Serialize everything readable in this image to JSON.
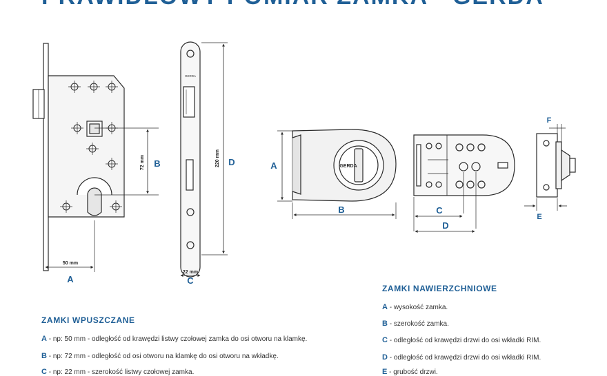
{
  "title": "PRAWIDŁOWY POMIAR ZAMKA - GERDA",
  "brand_mark": "GERDA",
  "colors": {
    "accent": "#1f5f96",
    "line": "#2b2b2b",
    "fill": "#f2f2f2"
  },
  "mortise": {
    "heading": "ZAMKI WPUSZCZANE",
    "dims": {
      "width": "50 mm",
      "spacing": "72 mm",
      "height": "220 mm",
      "faceplate": "22 mm"
    },
    "letters": {
      "a": "A",
      "b": "B",
      "c": "C",
      "d": "D"
    },
    "items": [
      {
        "letter": "A",
        "text": " - np: 50 mm - odległość od krawędzi listwy czołowej zamka do osi otworu na klamkę."
      },
      {
        "letter": "B",
        "text": " - np: 72 mm - odległość od osi otworu na klamkę do osi otworu na wkładkę."
      },
      {
        "letter": "C",
        "text": " - np: 22 mm - szerokość listwy czołowej zamka."
      }
    ]
  },
  "surface": {
    "heading": "ZAMKI NAWIERZCHNIOWE",
    "letters": {
      "a": "A",
      "b": "B",
      "c": "C",
      "d": "D",
      "e": "E",
      "f": "F"
    },
    "items": [
      {
        "letter": "A",
        "text": " - wysokość zamka."
      },
      {
        "letter": "B",
        "text": " - szerokość zamka."
      },
      {
        "letter": "C",
        "text": " - odległość od krawędzi drzwi do osi wkładki RIM."
      },
      {
        "letter": "D",
        "text": " - odległość od krawędzi drzwi do osi wkładki RIM."
      },
      {
        "letter": "E",
        "text": " - grubość drzwi."
      }
    ]
  }
}
